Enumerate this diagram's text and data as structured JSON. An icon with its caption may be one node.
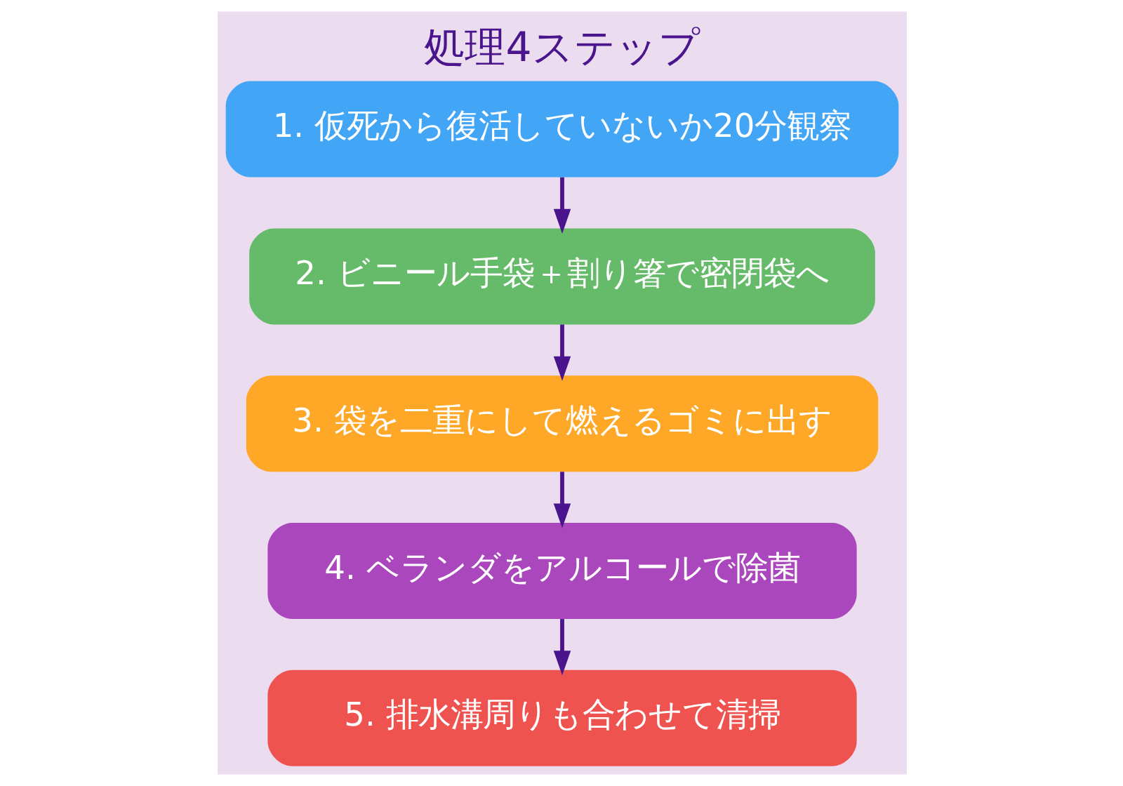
{
  "diagram": {
    "title": "処理4ステップ",
    "nodes": [
      {
        "text": [
          "1. 仮死から復活していないか20分観察"
        ]
      },
      {
        "text": [
          "2. ビニール手袋＋割り箸で密閉袋へ"
        ]
      },
      {
        "text": [
          "3. 袋を二重にして燃えるゴミに出す"
        ]
      },
      {
        "text": [
          "4. ベランダをアルコールで除菌"
        ]
      },
      {
        "text": [
          "5. 排水溝周りも合わせて清掃"
        ]
      }
    ],
    "edges": [
      {
        "from": 0,
        "to": 1,
        "arrow": "to"
      },
      {
        "from": 1,
        "to": 2,
        "arrow": "to"
      },
      {
        "from": 2,
        "to": 3,
        "arrow": "to"
      },
      {
        "from": 3,
        "to": 4,
        "arrow": "to"
      }
    ]
  }
}
